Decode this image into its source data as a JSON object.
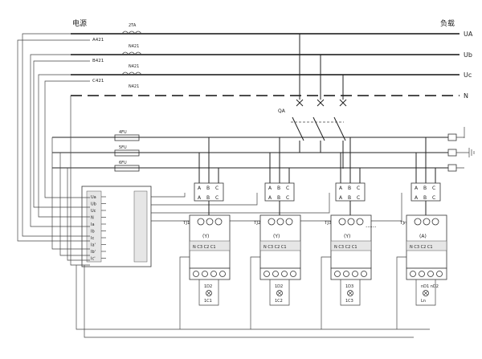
{
  "header": {
    "source_label": "电源",
    "load_label": "负载"
  },
  "buses": [
    {
      "id": "a",
      "label": "UA",
      "ct_label": "A421",
      "n_label": "N421"
    },
    {
      "id": "b",
      "label": "Ub",
      "ct_label": "B421",
      "n_label": "N421"
    },
    {
      "id": "c",
      "label": "Uc",
      "ct_label": "C421",
      "n_label": "N421"
    },
    {
      "id": "n",
      "label": "N"
    }
  ],
  "ct_top_label": "2TA",
  "qa_label": "QA",
  "fuses": [
    "4FU",
    "5FU",
    "6FU"
  ],
  "controller": {
    "terminals": [
      "Ua",
      "Ub",
      "Uc",
      "N",
      "Ia",
      "Ib",
      "Ic",
      "Ia'",
      "Ib'",
      "Ic'"
    ]
  },
  "units": [
    {
      "id": "1",
      "tj_label": "TJ1",
      "top_letters": [
        "A",
        "B",
        "C"
      ],
      "bottom_letters": [
        "A",
        "B",
        "C"
      ],
      "mode": "(Y)",
      "mid_label": "N C3 C2 C1",
      "ld_label": "1D2",
      "c_label": "1C1"
    },
    {
      "id": "2",
      "tj_label": "TJ2",
      "top_letters": [
        "A",
        "B",
        "C"
      ],
      "bottom_letters": [
        "A",
        "B",
        "C"
      ],
      "mode": "(Y)",
      "mid_label": "N C3 C2 C1",
      "ld_label": "1D2",
      "c_label": "1C2"
    },
    {
      "id": "3",
      "tj_label": "TJ3",
      "top_letters": [
        "A",
        "B",
        "C"
      ],
      "bottom_letters": [
        "A",
        "B",
        "C"
      ],
      "mode": "(Y)",
      "mid_label": "N C3 C2 C1",
      "ld_label": "1D3",
      "c_label": "1C3"
    },
    {
      "id": "4",
      "tj_label": "TJn",
      "top_letters": [
        "A",
        "B",
        "C"
      ],
      "bottom_letters": [
        "A",
        "B",
        "C"
      ],
      "mode": "(A)",
      "mid_label": "N C3 C2 C1",
      "ld_label": "nD1 nD2",
      "c_label": "Ln"
    }
  ],
  "ellipsis": "......"
}
